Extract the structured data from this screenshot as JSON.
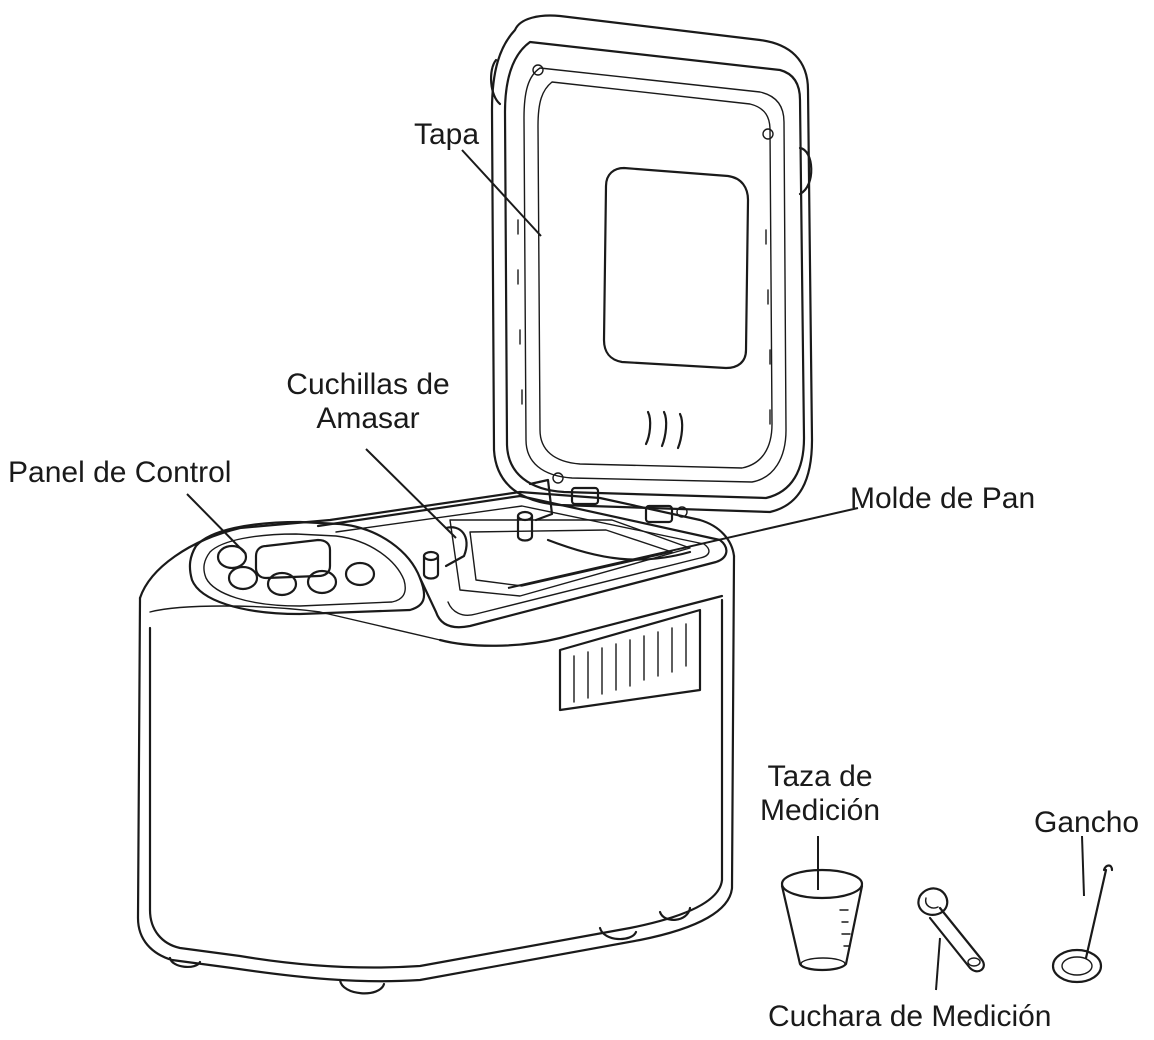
{
  "labels": {
    "lid": "Tapa",
    "kneading_blades_line1": "Cuchillas de",
    "kneading_blades_line2": "Amasar",
    "control_panel": "Panel de Control",
    "bread_pan": "Molde de Pan",
    "measuring_cup_line1": "Taza de",
    "measuring_cup_line2": "Medición",
    "hook": "Gancho",
    "measuring_spoon": "Cuchara de Medición"
  },
  "colors": {
    "line": "#1a1a1a",
    "background": "#ffffff"
  }
}
